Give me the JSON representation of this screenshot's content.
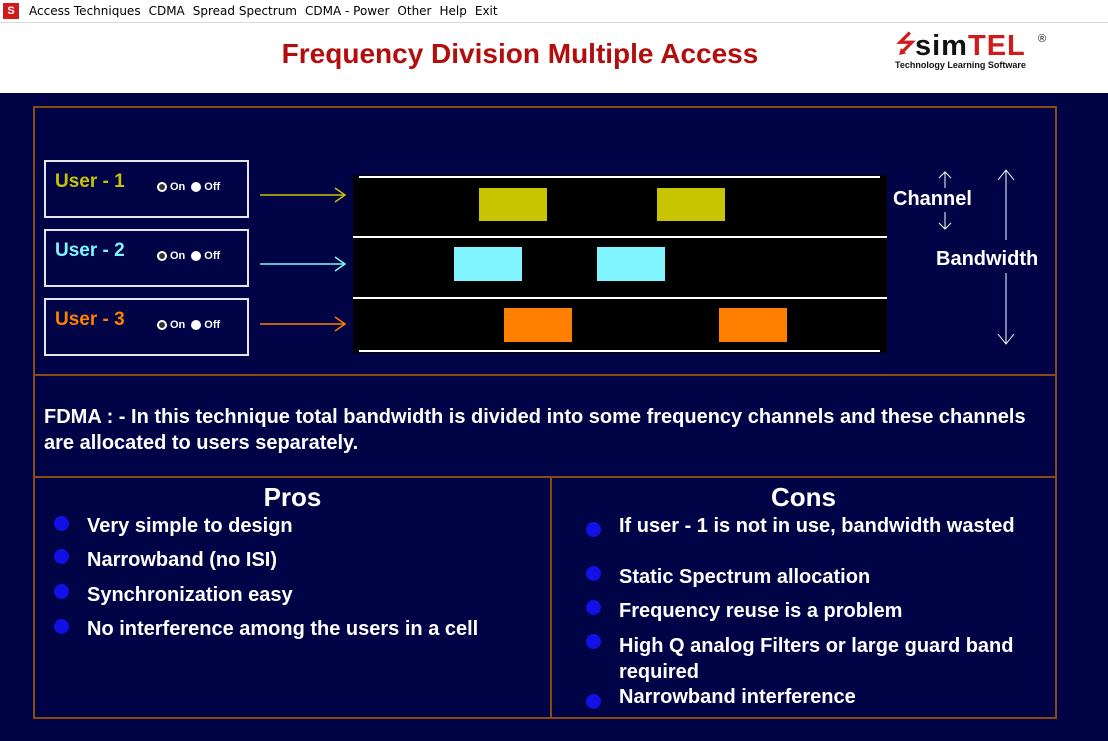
{
  "menu": {
    "items": [
      "Access Techniques",
      "CDMA",
      "Spread Spectrum",
      "CDMA - Power",
      "Other",
      "Help",
      "Exit"
    ]
  },
  "header": {
    "title": "Frequency Division Multiple Access",
    "logo": {
      "sim": "sim",
      "tel": "TEL",
      "reg": "®",
      "tagline": "Technology Learning Software"
    }
  },
  "users": [
    {
      "label": "User - 1",
      "on_label": "On",
      "off_label": "Off",
      "selected": "On",
      "color": "#c9c400"
    },
    {
      "label": "User - 2",
      "on_label": "On",
      "off_label": "Off",
      "selected": "On",
      "color": "#7ff6ff"
    },
    {
      "label": "User - 3",
      "on_label": "On",
      "off_label": "Off",
      "selected": "On",
      "color": "#ff7f00"
    }
  ],
  "diagram": {
    "channel_label": "Channel",
    "bandwidth_label": "Bandwidth",
    "block_colors": [
      "#c9c400",
      "#7ff6ff",
      "#ff7f00"
    ]
  },
  "description": "FDMA : - In this technique total bandwidth is divided into some frequency channels and these channels are allocated to users separately.",
  "pros": {
    "title": "Pros",
    "items": [
      "Very simple to design",
      "Narrowband (no ISI)",
      "Synchronization easy",
      "No interference among the users in a cell"
    ]
  },
  "cons": {
    "title": "Cons",
    "items": [
      "If user - 1 is not  in use, bandwidth wasted",
      "Static Spectrum allocation",
      "Frequency reuse is a problem",
      "High Q analog Filters or large guard band required",
      "Narrowband interference"
    ]
  },
  "colors": {
    "background": "#000346",
    "border": "#8b4a13",
    "title": "#b20e0e",
    "bullet": "#1111e6"
  }
}
